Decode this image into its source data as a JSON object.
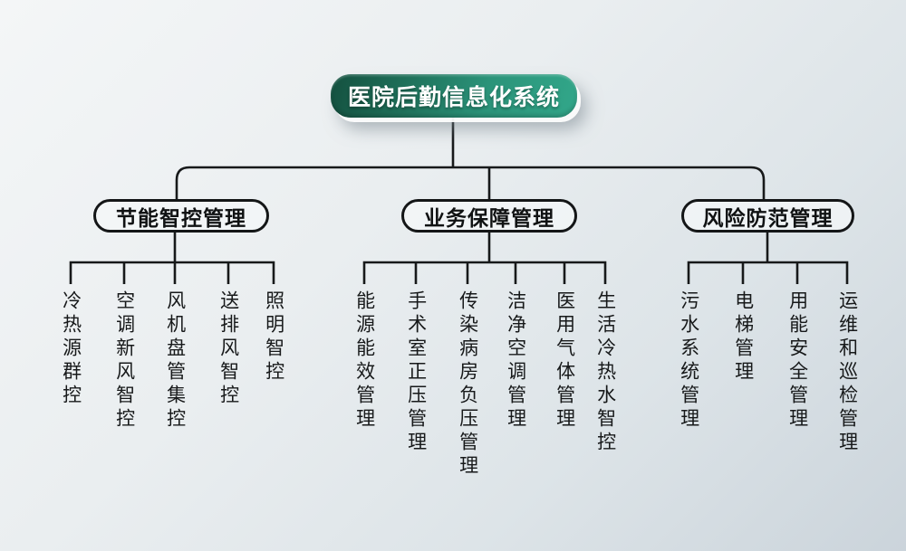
{
  "diagram": {
    "title": "医院后勤信息化系统",
    "type": "org-tree",
    "root": {
      "label": "医院后勤信息化系统"
    },
    "branches": [
      {
        "label": "节能智控管理",
        "leaves": [
          "冷热源群控",
          "空调新风智控",
          "风机盘管集控",
          "送排风智控",
          "照明智控"
        ]
      },
      {
        "label": "业务保障管理",
        "leaves": [
          "能源能效管理",
          "手术室正压管理",
          "传染病房负压管理",
          "洁净空调管理",
          "医用气体管理",
          "生活冷热水智控"
        ]
      },
      {
        "label": "风险防范管理",
        "leaves": [
          "污水系统管理",
          "电梯管理",
          "用能安全管理",
          "运维和巡检管理"
        ]
      }
    ],
    "colors": {
      "root_gradient_start": "#14503f",
      "root_gradient_end": "#32a78a",
      "root_text": "#ffffff",
      "line": "#17191a",
      "node_border": "#141617",
      "background_top_left": "#f4f6f7",
      "background_bottom_right": "#cbd4db"
    }
  }
}
